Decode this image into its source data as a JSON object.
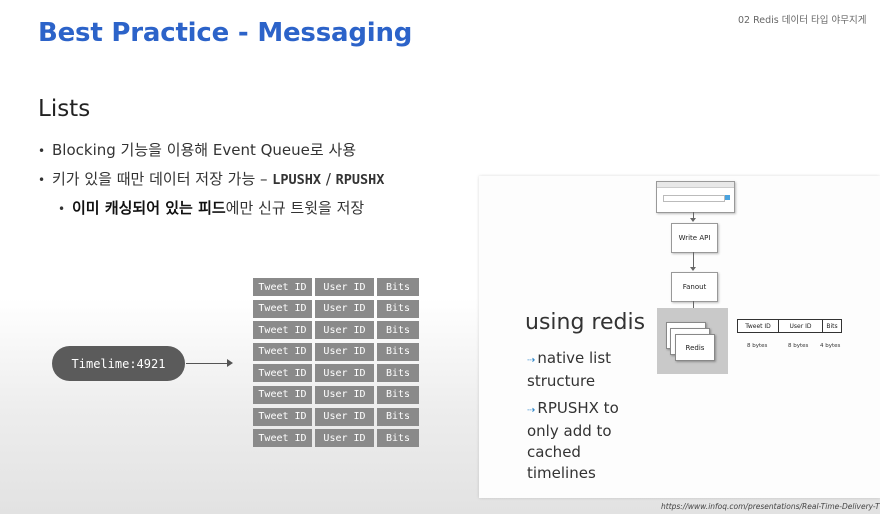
{
  "header": {
    "note": "02 Redis 데이터 타입 야무지게 ",
    "title": "Best Practice - Messaging"
  },
  "section": {
    "heading": "Lists",
    "bullets": [
      {
        "text": "Blocking 기능을 이용해 Event Queue로 사용"
      },
      {
        "prefix": "키가 있을 때만 데이터 저장 가능 – ",
        "cmd1": "LPUSHX",
        "sep": " / ",
        "cmd2": "RPUSHX"
      },
      {
        "bold": "이미 캐싱되어 있는 피드",
        "rest": "에만 신규 트윗을 저장"
      }
    ]
  },
  "diagram": {
    "timeline_label": "Timelime:4921",
    "columns": [
      "Tweet ID",
      "User ID",
      "Bits"
    ],
    "row_count": 8
  },
  "figure": {
    "boxes": {
      "write_api": "Write API",
      "fanout": "Fanout",
      "redis": "Redis"
    },
    "heading": "using redis",
    "points": [
      {
        "line1": "native list",
        "line2": "structure"
      },
      {
        "line1": "RPUSHX to",
        "line2": "only add to",
        "line3": "cached",
        "line4": "timelines"
      }
    ],
    "record": {
      "fields": [
        "Tweet ID",
        "User ID",
        "Bits"
      ],
      "sizes": [
        "8 bytes",
        "8 bytes",
        "4 bytes"
      ]
    }
  },
  "footer": {
    "source": "https://www.infoq.com/presentations/Real-Time-Delivery-T"
  },
  "colors": {
    "title": "#2c63c9",
    "cell": "#8a8a8a",
    "pill": "#5b5b5b",
    "arrow": "#2f86c9"
  }
}
